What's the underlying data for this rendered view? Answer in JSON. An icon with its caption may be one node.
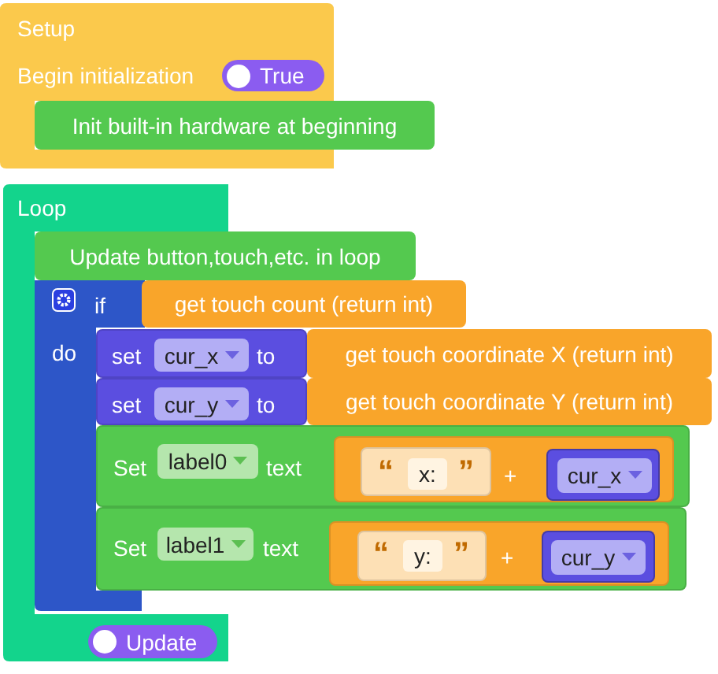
{
  "diagram": {
    "nodes": [
      {
        "text": [
          "Setup",
          "Begin initialization"
        ]
      },
      {
        "text": [
          "True"
        ],
        "in": 0
      },
      {
        "text": [
          "Init built-in hardware at beginning"
        ]
      },
      {
        "text": [
          "Loop"
        ]
      },
      {
        "text": [
          "Update button,touch,etc. in loop"
        ]
      },
      {
        "text": [
          "if",
          "do"
        ],
        "in": 3
      },
      {
        "text": [
          "get touch count (return int)"
        ]
      },
      {
        "text": [
          "set",
          "to"
        ]
      },
      {
        "text": [
          "cur_x"
        ],
        "in": 7
      },
      {
        "text": [
          "get touch coordinate X (return int)"
        ]
      },
      {
        "text": [
          "set",
          "to"
        ]
      },
      {
        "text": [
          "cur_y"
        ],
        "in": 10
      },
      {
        "text": [
          "get touch coordinate Y (return int)"
        ]
      },
      {
        "text": [
          "Set",
          "text"
        ]
      },
      {
        "text": [
          "label0"
        ],
        "in": 13
      },
      {
        "text": [
          "+"
        ],
        "in": 13
      },
      {
        "text": [
          "“",
          "”"
        ],
        "in": 15
      },
      {
        "text": [
          "x:"
        ],
        "in": 16
      },
      {
        "text": [],
        "shape": "box",
        "in": 15
      },
      {
        "text": [
          "cur_x"
        ],
        "in": 18
      },
      {
        "text": [
          "Set",
          "text"
        ]
      },
      {
        "text": [
          "label1"
        ],
        "in": 20
      },
      {
        "text": [
          "+"
        ],
        "in": 20
      },
      {
        "text": [
          "“",
          "”"
        ],
        "in": 22
      },
      {
        "text": [
          "y:"
        ],
        "in": 23
      },
      {
        "text": [],
        "shape": "box",
        "in": 22
      },
      {
        "text": [
          "cur_y"
        ],
        "in": 25
      },
      {
        "text": [
          "Update"
        ],
        "in": 3
      }
    ],
    "edges": []
  }
}
